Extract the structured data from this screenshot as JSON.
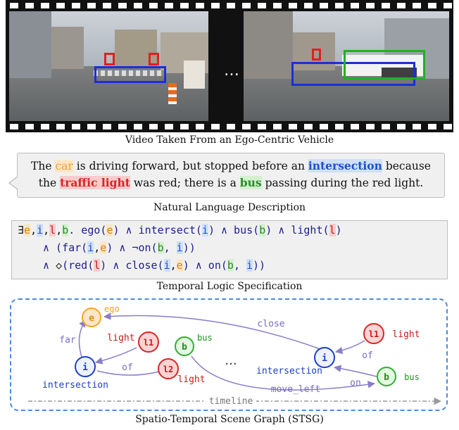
{
  "video": {
    "caption": "Video Taken From an Ego-Centric Vehicle",
    "separator": "…"
  },
  "description": {
    "caption": "Natural Language Description",
    "line1_pre": "The ",
    "car": "car",
    "line1_mid": " is driving forward, but stopped before an ",
    "intersection": "intersection",
    "line1_post": " because",
    "line2_pre": "the ",
    "traffic_light": "traffic light",
    "line2_mid": " was red; there is a ",
    "bus": "bus",
    "line2_post": " passing during the red light."
  },
  "logic": {
    "caption": "Temporal Logic Specification",
    "exists": "∃",
    "v_e": "e",
    "v_i": "i",
    "v_l": "l",
    "v_b": "b",
    "comma": ",",
    "ego": ". ego(",
    "and_intersect": ") ∧ intersect(",
    "and_bus": ") ∧ bus(",
    "and_light": ") ∧ light(",
    "close_paren": ")",
    "l2_and_far": "∧ (far(",
    "l2_not_on": ") ∧ ¬on(",
    "l2_comma_sp": ", ",
    "l2_end": "))",
    "l3_and": "∧ ",
    "diamond": "◇",
    "l3_red": "(red(",
    "l3_close": ") ∧ close(",
    "l3_on": ") ∧ on(",
    "l3_end": "))"
  },
  "stsg": {
    "caption": "Spatio-Temporal Scene Graph (STSG)",
    "node_e": "e",
    "node_e_label": "ego",
    "node_i1": "i",
    "node_i1_label": "intersection",
    "node_l1": "l1",
    "node_l1_label": "light",
    "node_l2": "l2",
    "node_l2_label": "light",
    "node_b1": "b",
    "node_b1_label": "bus",
    "node_i2": "i",
    "node_i2_label": "intersection",
    "node_l1b": "l1",
    "node_l1b_label": "light",
    "node_b2": "b",
    "node_b2_label": "bus",
    "edge_far": "far",
    "edge_of1": "of",
    "edge_close": "close",
    "edge_of2": "of",
    "edge_on": "on",
    "edge_move_left": "move_left",
    "dots": "...",
    "timeline": "timeline",
    "colors": {
      "ego": "#f5a623",
      "intersection": "#1c3fc8",
      "light": "#d92626",
      "bus": "#2fb02f",
      "edge": "#8a7cc8",
      "border": "#4a8be0"
    }
  }
}
